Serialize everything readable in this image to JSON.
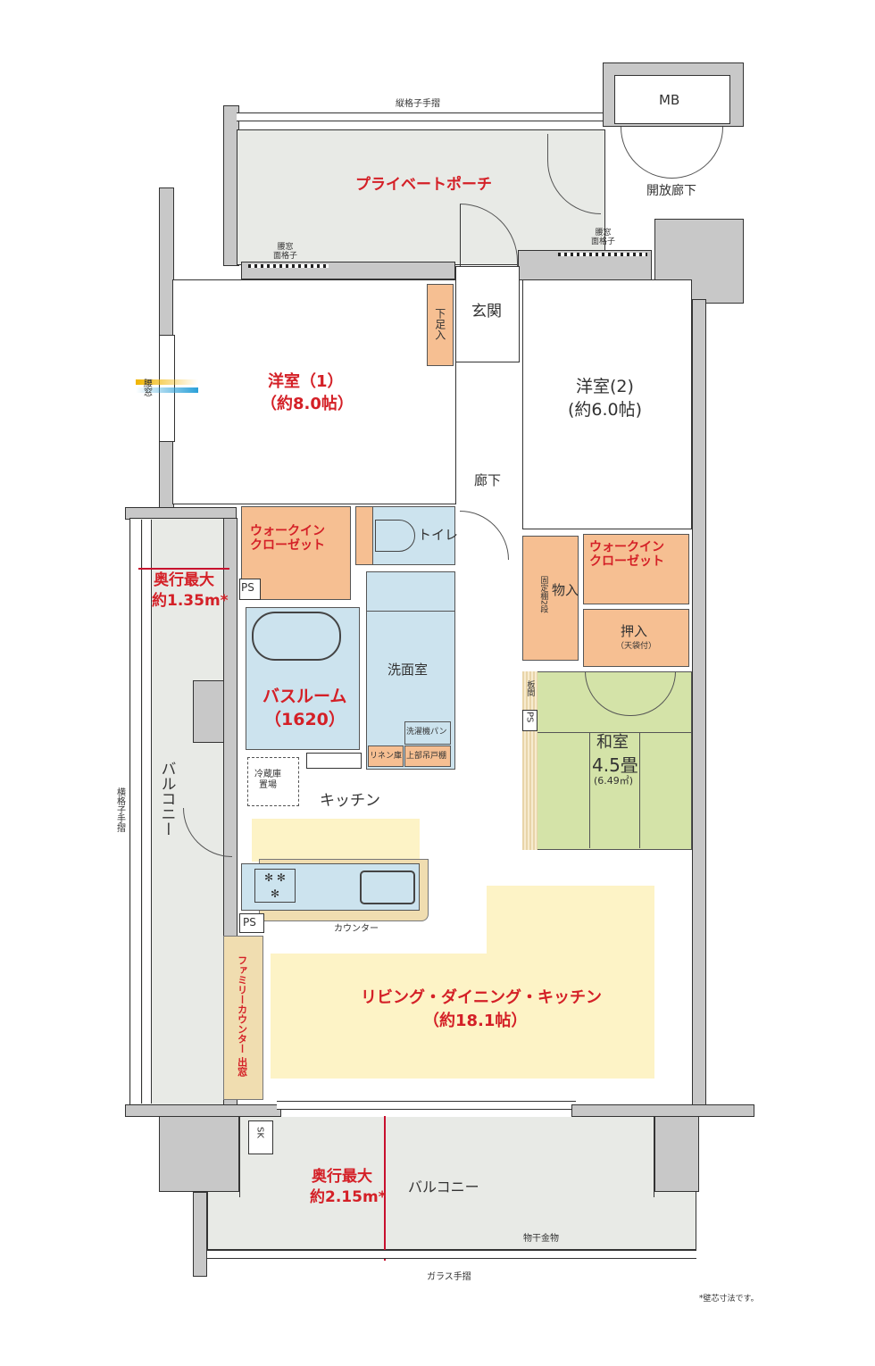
{
  "labels": {
    "private_porch": "プライベートポーチ",
    "mb": "MB",
    "open_corridor": "開放廊下",
    "vertical_rail": "縦格子手摺",
    "window_grille_1": "腰窓\n面格子",
    "window_grille_2": "腰窓\n面格子",
    "genkan": "玄関",
    "shoe_storage": "下足入",
    "western1_name": "洋室（1）",
    "western1_size": "（約8.0帖）",
    "western2_name": "洋室(2)",
    "western2_size": "(約6.0帖)",
    "hallway": "廊下",
    "koshimado": "腰窓",
    "wic": "ウォークイン\nクローゼット",
    "toilet": "トイレ",
    "upper_cabinet": "上部吊戸棚",
    "ps": "PS",
    "washroom": "洗面室",
    "bathroom_name": "バスルーム",
    "bathroom_size": "（1620）",
    "washer_pan": "洗濯機パン",
    "linen": "リネン庫",
    "storage": "物入",
    "fixed_shelf": "固定棚2段",
    "oshiire": "押入",
    "oshiire_note": "（天袋付）",
    "itama": "板間",
    "washitsu_name": "和室",
    "washitsu_size": "4.5畳",
    "washitsu_area": "(6.49㎡)",
    "fridge": "冷蔵庫\n置場",
    "kitchen": "キッチン",
    "counter": "カウンター",
    "family_counter": "ファミリーカウンター 出窓",
    "ldk_name": "リビング・ダイニング・キッチン",
    "ldk_size": "（約18.1帖）",
    "depth_max": "奥行最大",
    "depth_side": "約1.35m*",
    "depth_bottom": "約2.15m*",
    "balcony": "バルコニー",
    "horizontal_rail": "横格子手摺",
    "sk": "SK",
    "laundry_hanger": "物干金物",
    "glass_rail": "ガラス手摺",
    "footnote": "*壁芯寸法です。"
  },
  "colors": {
    "accent_red": "#d42027",
    "storage": "#f6bf92",
    "wet": "#cce3ee",
    "tatami": "#d4e3a8",
    "living": "#fdf3c6"
  }
}
